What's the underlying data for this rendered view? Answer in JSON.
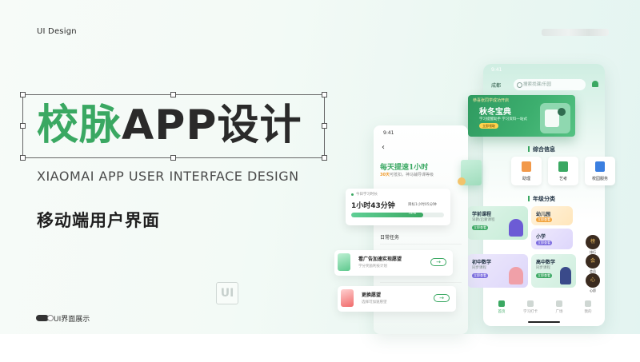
{
  "brand": "UI Design",
  "title": {
    "green": "校脉",
    "dark": "APP设计"
  },
  "subtitle_en": "XIAOMAI  APP USER INTERFACE DESIGN",
  "subtitle_cn": "移动端用户界面",
  "toggle_label": "UI界面展示",
  "ui_logo": "UI",
  "back_phone": {
    "time": "9:41",
    "location": "成都",
    "search_placeholder": "搜索找课/乐园",
    "section_general": "综合信息",
    "cards": [
      {
        "label": "助理",
        "color": "#f2994a"
      },
      {
        "label": "艺考",
        "color": "#3aa862"
      },
      {
        "label": "校园服务",
        "color": "#3b7fe0"
      }
    ],
    "section_grade": "年级分类",
    "grades": [
      {
        "title": "学前课程",
        "sub": "早教/启蒙课程",
        "button": "立即查看"
      },
      {
        "title": "幼儿园",
        "sub": "",
        "button": "立即查看"
      },
      {
        "title": "小学",
        "sub": "",
        "button": "立即查看"
      },
      {
        "title": "初中数学",
        "sub": "同步课程",
        "button": "立即查看"
      },
      {
        "title": "高中数学",
        "sub": "同步课程",
        "button": "立即查看"
      }
    ],
    "side_badges": [
      {
        "icon": "榜",
        "label": "排行"
      },
      {
        "icon": "会",
        "label": "会员"
      },
      {
        "icon": "心",
        "label": "心愿"
      }
    ],
    "nav": [
      "首页",
      "学习打卡",
      "广场",
      "我的"
    ]
  },
  "banner": {
    "head": "恭喜张同学成功开启",
    "title": "秋冬宝典",
    "sub": "学习提醒助手 学习资料一站式",
    "button": "立即领取"
  },
  "front_phone": {
    "time": "9:41",
    "back": "‹",
    "title": "每天提速1小时",
    "sub_hl": "30天",
    "sub_rest": "可抵扣，神马辅导课等级",
    "section": "日常任务"
  },
  "stats": {
    "label": "今日学习时长",
    "value": "1小时43分钟",
    "side": "目标1小时05分钟",
    "progress_pct": 78,
    "progress_label": "78%"
  },
  "tasks": [
    {
      "title": "看广告加速实现愿望",
      "desc": "学分奖励利技计划",
      "icon_color": "#3aa862"
    },
    {
      "title": "更换愿望",
      "desc": "选择可加速愿望",
      "icon_color": "#f06a6a"
    }
  ]
}
